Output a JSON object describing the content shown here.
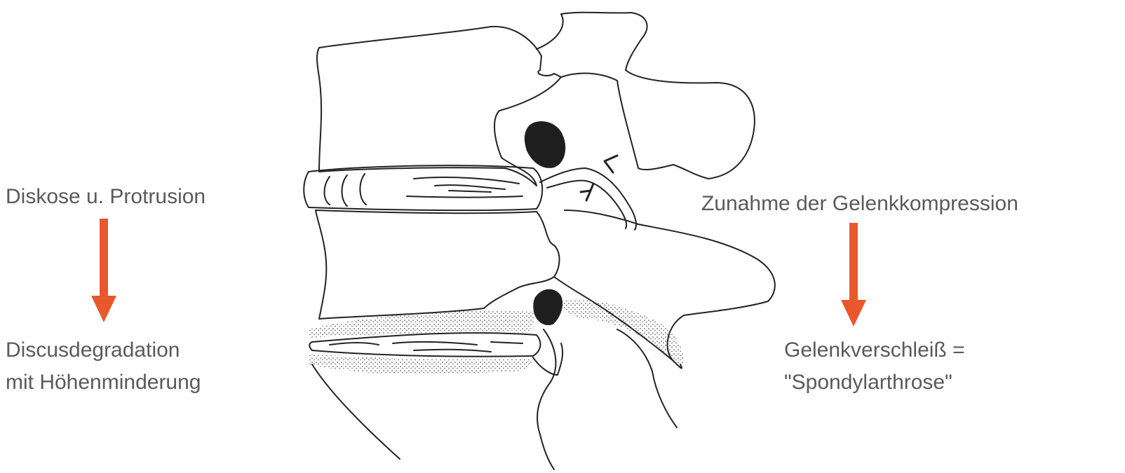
{
  "left_panel": {
    "top_label": "Diskose u. Protrusion",
    "bottom_line1": "Discusdegradation",
    "bottom_line2": "mit Höhenminderung"
  },
  "right_panel": {
    "top_label": "Zunahme der Gelenkkompression",
    "bottom_line1": "Gelenkverschleiß =",
    "bottom_line2": "\"Spondylarthrose\""
  },
  "colors": {
    "arrow": "#e8582a",
    "text": "#5a5a5a",
    "ink": "#222222"
  },
  "icons": {
    "illustration": "spine-segment-illustration",
    "arrow": "down-arrow-icon"
  }
}
